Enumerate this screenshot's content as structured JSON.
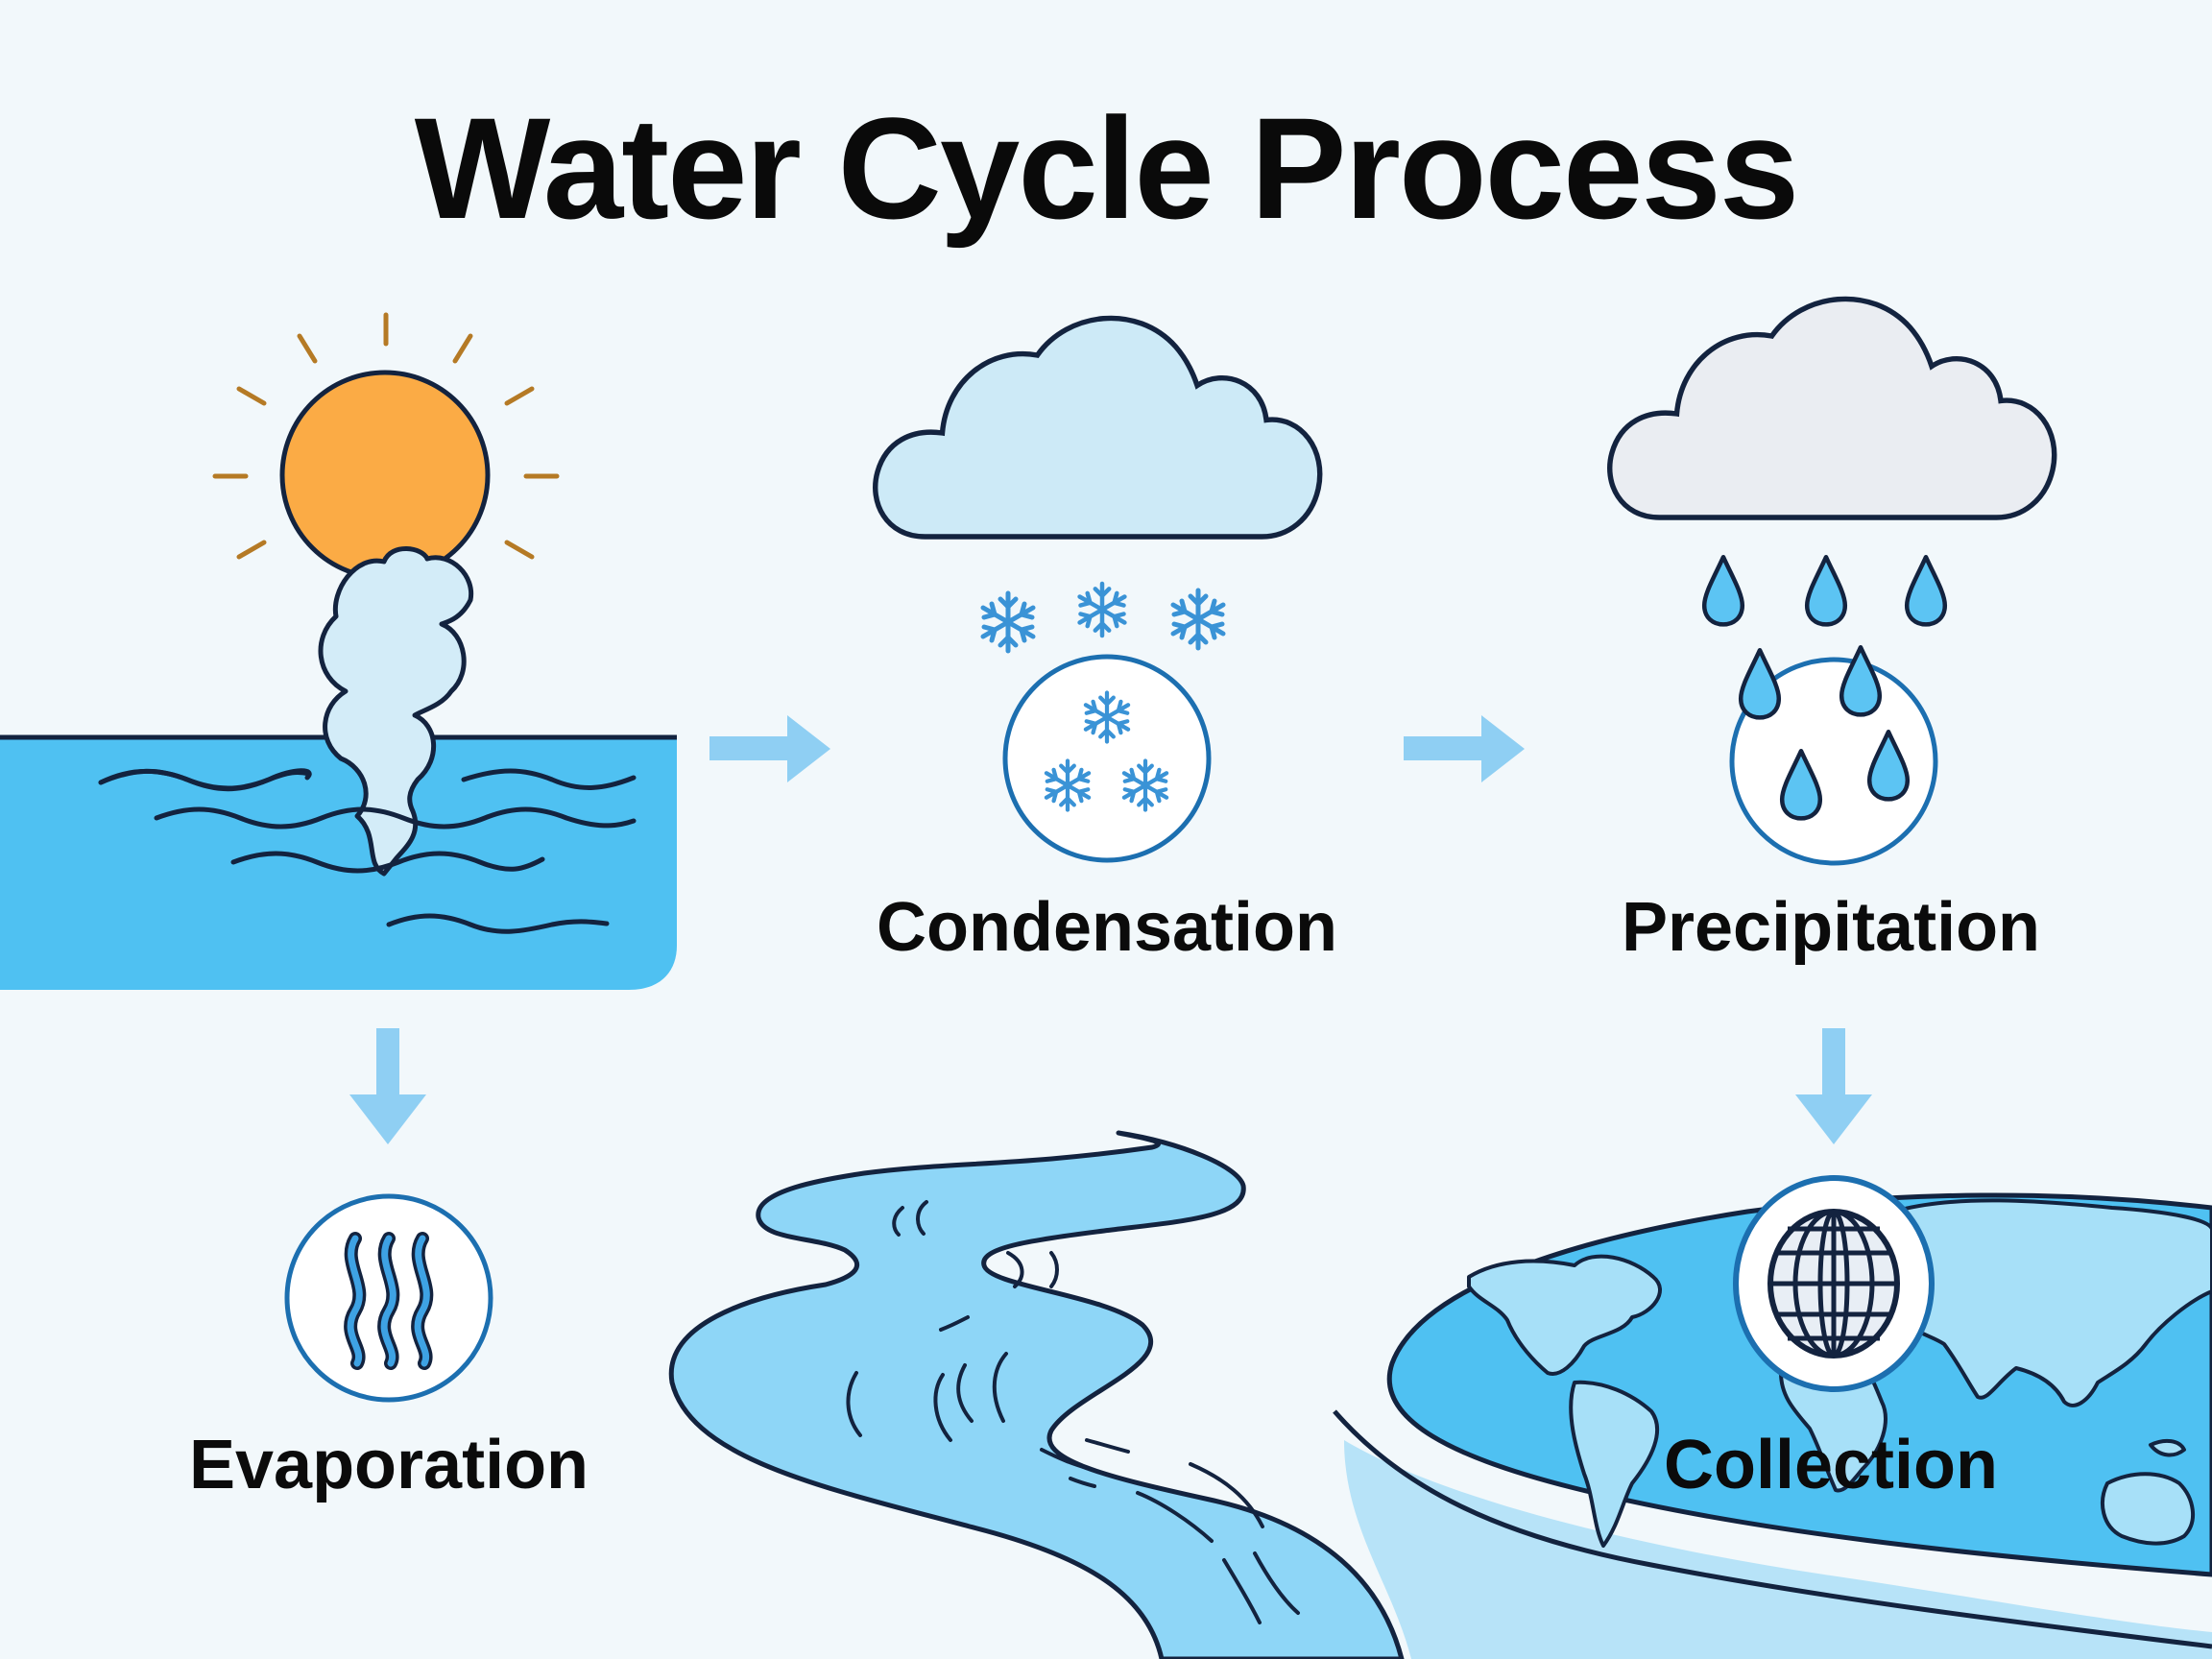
{
  "title": "Water Cycle Process",
  "stages": [
    {
      "id": "evaporation",
      "label": "Evaporation",
      "icon": "heat-waves-icon"
    },
    {
      "id": "condensation",
      "label": "Condensation",
      "icon": "snowflakes-icon"
    },
    {
      "id": "precipitation",
      "label": "Precipitation",
      "icon": "raindrops-icon"
    },
    {
      "id": "collection",
      "label": "Collection",
      "icon": "globe-icon"
    }
  ],
  "colors": {
    "background": "#f2f8fb",
    "water": "#4fc1f2",
    "water_light": "#8fd6f7",
    "sun": "#fbab45",
    "sun_rays": "#b57a25",
    "outline": "#13233f",
    "arrow": "#8fcff3",
    "icon_ring": "#1c6fb0",
    "cloud_light": "#cdeaf7",
    "cloud_gray": "#eaedf2",
    "snowflake": "#3a93d6"
  }
}
